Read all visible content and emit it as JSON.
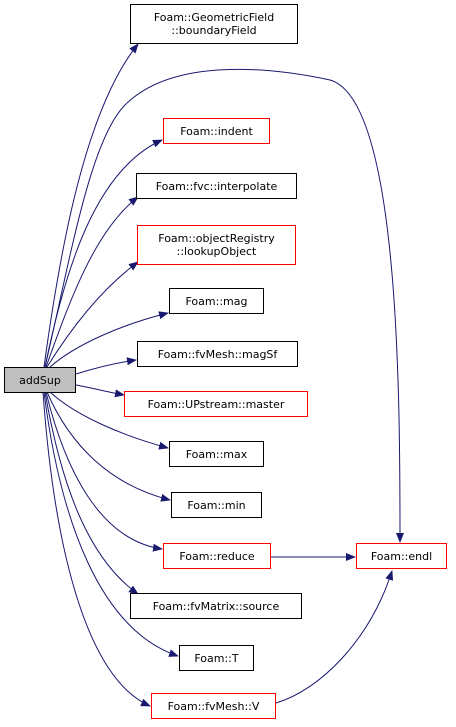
{
  "graph": {
    "root": {
      "label": "addSup"
    },
    "nodes": [
      {
        "id": "boundaryField",
        "lines": [
          "Foam::GeometricField",
          "::boundaryField"
        ],
        "style": "black"
      },
      {
        "id": "indent",
        "lines": [
          "Foam::indent"
        ],
        "style": "red"
      },
      {
        "id": "interpolate",
        "lines": [
          "Foam::fvc::interpolate"
        ],
        "style": "black"
      },
      {
        "id": "lookupObject",
        "lines": [
          "Foam::objectRegistry",
          "::lookupObject"
        ],
        "style": "red"
      },
      {
        "id": "mag",
        "lines": [
          "Foam::mag"
        ],
        "style": "black"
      },
      {
        "id": "magSf",
        "lines": [
          "Foam::fvMesh::magSf"
        ],
        "style": "black"
      },
      {
        "id": "master",
        "lines": [
          "Foam::UPstream::master"
        ],
        "style": "red"
      },
      {
        "id": "max",
        "lines": [
          "Foam::max"
        ],
        "style": "black"
      },
      {
        "id": "min",
        "lines": [
          "Foam::min"
        ],
        "style": "black"
      },
      {
        "id": "reduce",
        "lines": [
          "Foam::reduce"
        ],
        "style": "red"
      },
      {
        "id": "source",
        "lines": [
          "Foam::fvMatrix::source"
        ],
        "style": "black"
      },
      {
        "id": "T",
        "lines": [
          "Foam::T"
        ],
        "style": "black"
      },
      {
        "id": "V",
        "lines": [
          "Foam::fvMesh::V"
        ],
        "style": "red"
      },
      {
        "id": "endl",
        "lines": [
          "Foam::endl"
        ],
        "style": "red"
      }
    ],
    "edges": [
      {
        "from": "root",
        "to": "boundaryField"
      },
      {
        "from": "root",
        "to": "endl"
      },
      {
        "from": "root",
        "to": "indent"
      },
      {
        "from": "root",
        "to": "interpolate"
      },
      {
        "from": "root",
        "to": "lookupObject"
      },
      {
        "from": "root",
        "to": "mag"
      },
      {
        "from": "root",
        "to": "magSf"
      },
      {
        "from": "root",
        "to": "master"
      },
      {
        "from": "root",
        "to": "max"
      },
      {
        "from": "root",
        "to": "min"
      },
      {
        "from": "root",
        "to": "reduce"
      },
      {
        "from": "root",
        "to": "source"
      },
      {
        "from": "root",
        "to": "T"
      },
      {
        "from": "root",
        "to": "V"
      },
      {
        "from": "reduce",
        "to": "endl"
      },
      {
        "from": "V",
        "to": "endl"
      }
    ],
    "colors": {
      "edge": "#191970",
      "node_border": "#000000",
      "node_border_red": "#ff0000",
      "root_fill": "#bfbfbf",
      "background": "#ffffff"
    }
  }
}
